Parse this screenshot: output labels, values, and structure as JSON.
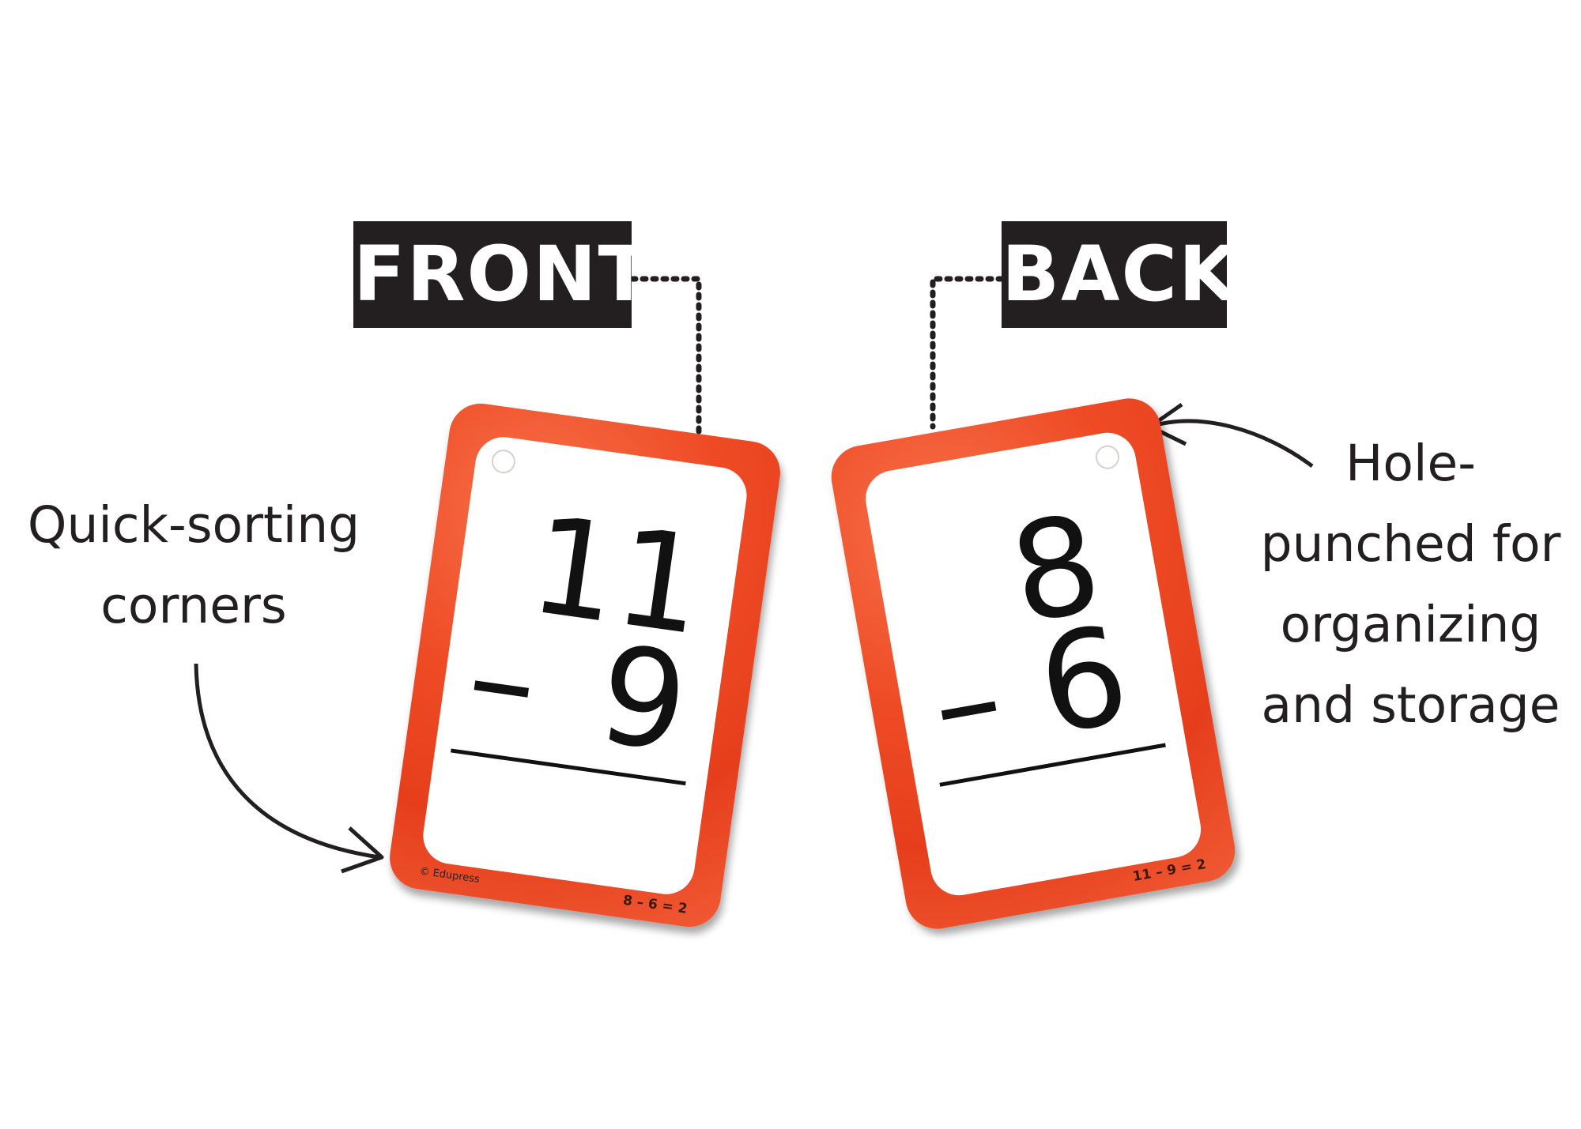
{
  "labels": {
    "front": "FRONT",
    "back": "BACK"
  },
  "callouts": {
    "left": [
      "Quick-sorting",
      "corners"
    ],
    "right": [
      "Hole-",
      "punched for",
      "organizing",
      "and storage"
    ]
  },
  "front_card": {
    "top_number": "11",
    "operator": "–",
    "bottom_number": "9",
    "copyright": "© Edupress",
    "footer_equation": "8 – 6 = 2"
  },
  "back_card": {
    "top_number": "8",
    "operator": "–",
    "bottom_number": "6",
    "footer_equation": "11 – 9 = 2"
  },
  "colors": {
    "card_border": "#e63e1c",
    "label_background": "#231f20",
    "text": "#231f20"
  }
}
